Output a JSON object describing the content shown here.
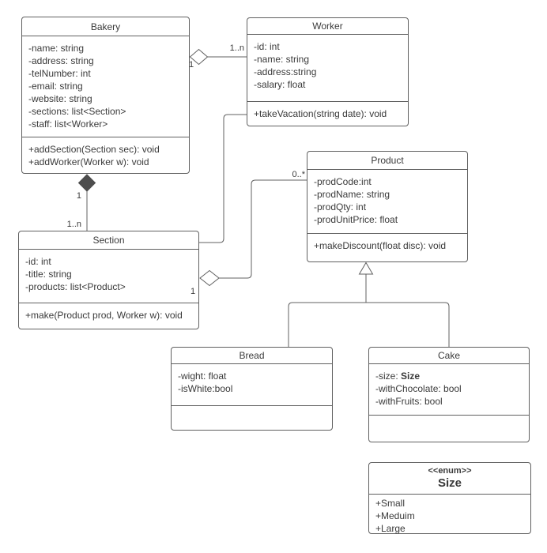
{
  "colors": {
    "background": "#ffffff",
    "shape_border": "#606060",
    "connector_line": "#606060",
    "composition_diamond_fill": "#4d4d4d",
    "text": "#3a3a3a"
  },
  "classes": {
    "bakery": {
      "name": "Bakery",
      "attributes": [
        "-name: string",
        "-address: string",
        "-telNumber: int",
        "-email: string",
        "-website: string",
        "-sections: list<Section>",
        "-staff: list<Worker>"
      ],
      "methods": [
        "+addSection(Section sec): void",
        "+addWorker(Worker w): void"
      ]
    },
    "worker": {
      "name": "Worker",
      "attributes": [
        "-id: int",
        "-name: string",
        "-address:string",
        "-salary: float"
      ],
      "methods": [
        "+takeVacation(string date): void"
      ]
    },
    "section": {
      "name": "Section",
      "attributes": [
        "-id: int",
        "-title: string",
        "-products: list<Product>"
      ],
      "methods": [
        "+make(Product prod, Worker w): void"
      ]
    },
    "product": {
      "name": "Product",
      "attributes": [
        "-prodCode:int",
        "-prodName: string",
        "-prodQty: int",
        "-prodUnitPrice: float"
      ],
      "methods": [
        "+makeDiscount(float disc): void"
      ]
    },
    "bread": {
      "name": "Bread",
      "attributes": [
        "-wight: float",
        "-isWhite:bool"
      ],
      "methods": []
    },
    "cake": {
      "name": "Cake",
      "attributes": [
        {
          "parts": [
            {
              "t": "-size: "
            },
            {
              "t": "Size",
              "b": true
            }
          ]
        },
        "-withChocolate: bool",
        "-withFruits: bool"
      ],
      "methods": []
    }
  },
  "enum_size": {
    "stereotype": "<<enum>>",
    "name": "Size",
    "values": [
      "+Small",
      "+Meduim",
      "+Large"
    ]
  },
  "relationships": {
    "bakery_worker": {
      "type": "aggregation",
      "end_bakery": "1",
      "end_worker": "1..n"
    },
    "bakery_section": {
      "type": "composition",
      "end_bakery": "1",
      "end_section": "1..n"
    },
    "worker_section": {
      "type": "association"
    },
    "section_product": {
      "type": "aggregation",
      "end_section": "1",
      "end_product": "0..*"
    },
    "product_bread": {
      "type": "generalization"
    },
    "product_cake": {
      "type": "generalization"
    }
  }
}
